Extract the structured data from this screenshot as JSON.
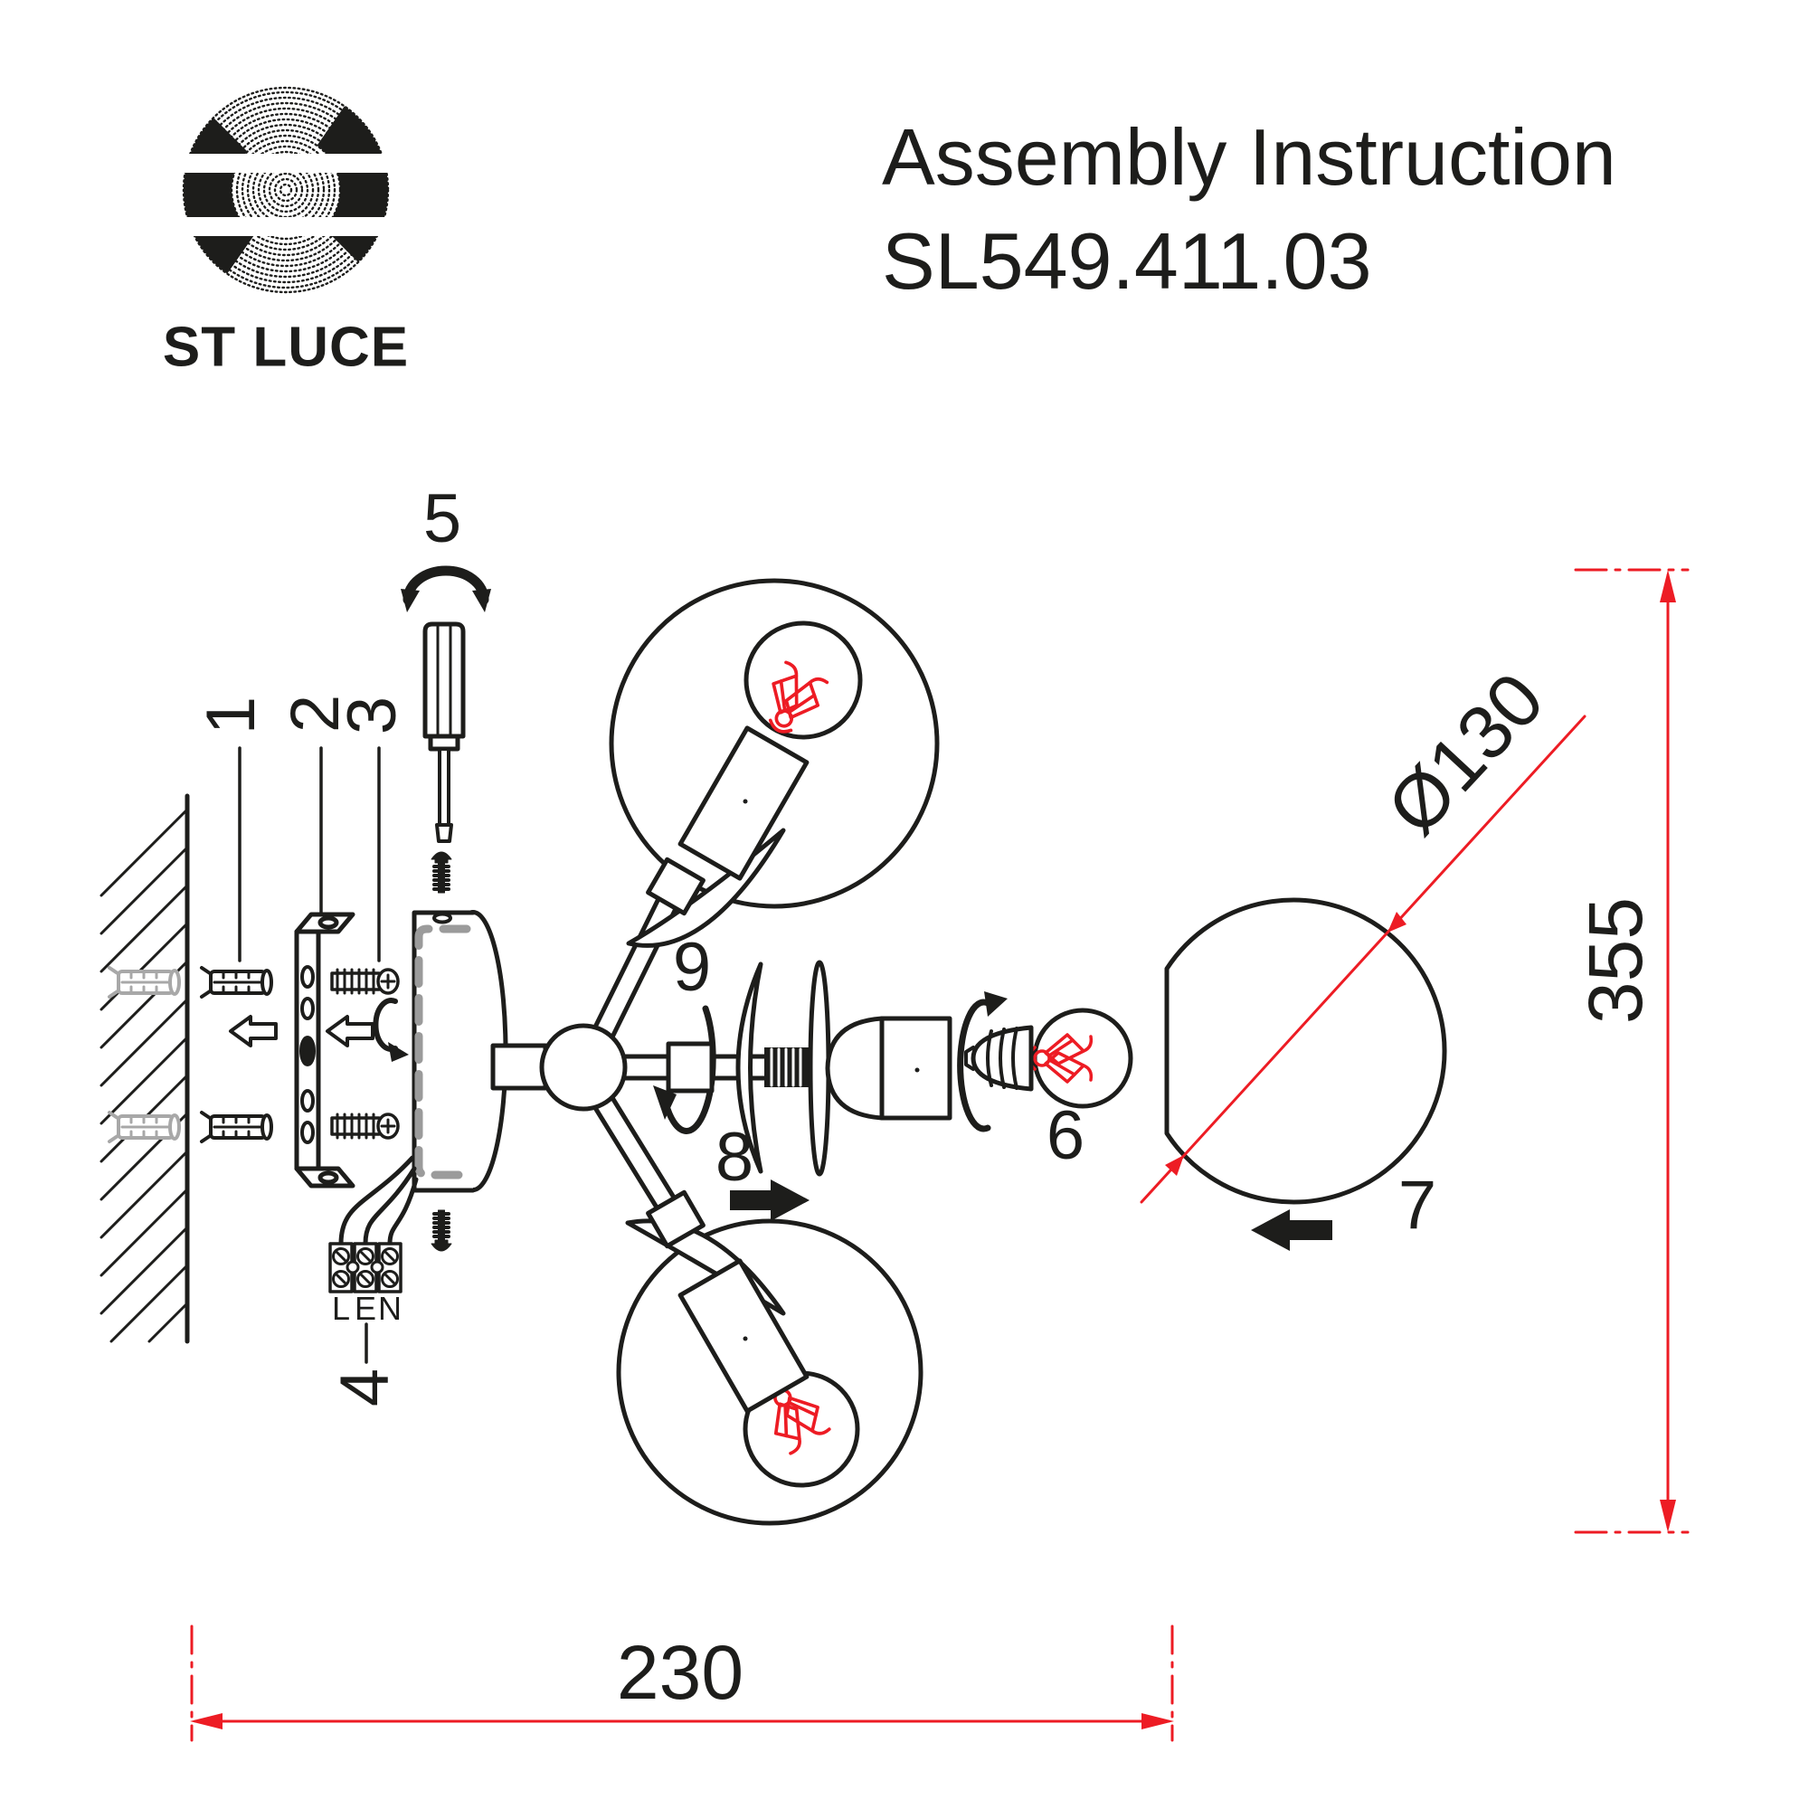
{
  "header": {
    "title": "Assembly Instruction",
    "product_code": "SL549.411.03"
  },
  "logo": {
    "brand": "ST LUCE"
  },
  "callouts": {
    "c1": "1",
    "c2": "2",
    "c3": "3",
    "c4": "4",
    "c5": "5",
    "c6": "6",
    "c7": "7",
    "c8": "8",
    "c9": "9"
  },
  "terminal_block": {
    "live": "L",
    "earth": "E",
    "neutral": "N"
  },
  "dimensions": {
    "width_mm": "230",
    "height_mm": "355",
    "globe_diameter": "Ø130"
  },
  "colors": {
    "line": "#1d1d1b",
    "dimension_red": "#ed1c24",
    "ghost_gray": "#a8a8a8",
    "dash_gray": "#9b9b9b"
  }
}
